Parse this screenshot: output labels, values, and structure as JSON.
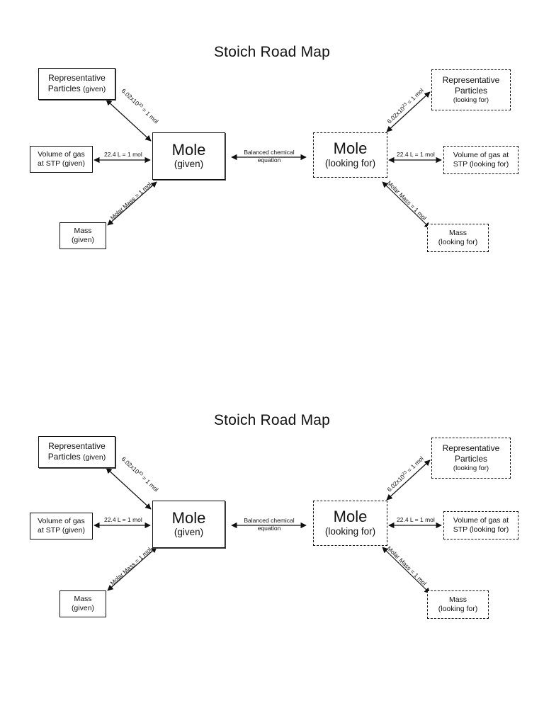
{
  "maps": [
    {
      "title": "Stoich Road Map",
      "given": {
        "rep_line1": "Representative",
        "rep_line2": "Particles",
        "rep_suffix": "(given)",
        "vol_line1": "Volume of gas",
        "vol_line2": "at STP (given)",
        "mass_line1": "Mass",
        "mass_line2": "(given)",
        "mole_title": "Mole",
        "mole_sub": "(given)"
      },
      "looking": {
        "rep_line1": "Representative",
        "rep_line2": "Particles",
        "rep_line3": "(looking for)",
        "vol_line1": "Volume of gas at",
        "vol_line2": "STP (looking for)",
        "mass_line1": "Mass",
        "mass_line2": "(looking for)",
        "mole_title": "Mole",
        "mole_sub": "(looking for)"
      },
      "conversions": {
        "avogadro_base": "6.02x10",
        "avogadro_exp": "23",
        "avogadro_rest": " = 1 mol",
        "gas_volume": "22.4 L = 1 mol",
        "molar_mass": "Molar Mass = 1 mol",
        "balanced_line1": "Balanced  chemical",
        "balanced_line2": "equation"
      }
    },
    {
      "title": "Stoich Road Map",
      "given": {
        "rep_line1": "Representative",
        "rep_line2": "Particles",
        "rep_suffix": "(given)",
        "vol_line1": "Volume of gas",
        "vol_line2": "at STP (given)",
        "mass_line1": "Mass",
        "mass_line2": "(given)",
        "mole_title": "Mole",
        "mole_sub": "(given)"
      },
      "looking": {
        "rep_line1": "Representative",
        "rep_line2": "Particles",
        "rep_line3": "(looking for)",
        "vol_line1": "Volume of gas at",
        "vol_line2": "STP (looking for)",
        "mass_line1": "Mass",
        "mass_line2": "(looking for)",
        "mole_title": "Mole",
        "mole_sub": "(looking for)"
      },
      "conversions": {
        "avogadro_base": "6.02x10",
        "avogadro_exp": "23",
        "avogadro_rest": " = 1 mol",
        "gas_volume": "22.4 L = 1 mol",
        "molar_mass": "Molar Mass = 1 mol",
        "balanced_line1": "Balanced  chemical",
        "balanced_line2": "equation"
      }
    }
  ]
}
